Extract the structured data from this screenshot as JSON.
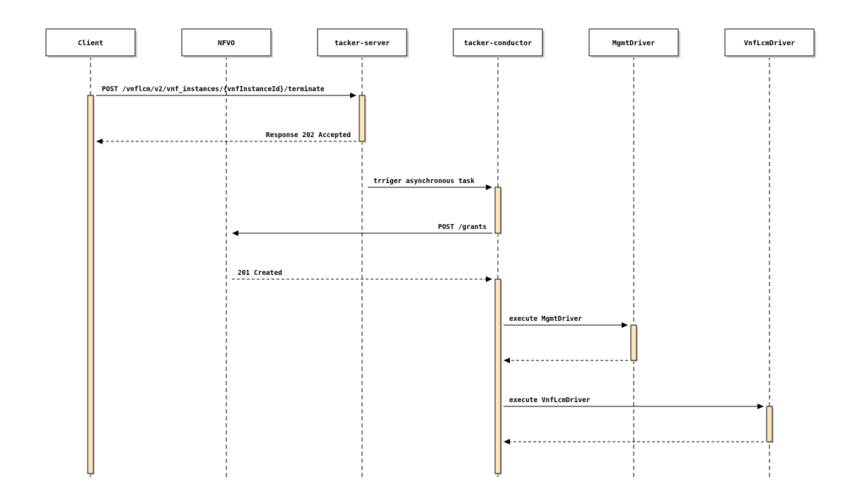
{
  "actors": [
    {
      "id": "client",
      "label": "Client"
    },
    {
      "id": "nfvo",
      "label": "NFVO"
    },
    {
      "id": "tacker_server",
      "label": "tacker-server"
    },
    {
      "id": "tacker_conductor",
      "label": "tacker-conductor"
    },
    {
      "id": "mgmt_driver",
      "label": "MgmtDriver"
    },
    {
      "id": "vnflcm_driver",
      "label": "VnfLcmDriver"
    }
  ],
  "messages": [
    {
      "from": "client",
      "to": "tacker_server",
      "label": "POST /vnflcm/v2/vnf_instances/{vnfInstanceId}/terminate",
      "type": "sync"
    },
    {
      "from": "tacker_server",
      "to": "client",
      "label": "Response 202 Accepted",
      "type": "reply"
    },
    {
      "from": "tacker_server",
      "to": "tacker_conductor",
      "label": "trriger asynchronous task",
      "type": "sync"
    },
    {
      "from": "tacker_conductor",
      "to": "nfvo",
      "label": "POST /grants",
      "type": "sync"
    },
    {
      "from": "nfvo",
      "to": "tacker_conductor",
      "label": "201 Created",
      "type": "reply"
    },
    {
      "from": "tacker_conductor",
      "to": "mgmt_driver",
      "label": "execute MgmtDriver",
      "type": "sync"
    },
    {
      "from": "mgmt_driver",
      "to": "tacker_conductor",
      "label": "",
      "type": "reply"
    },
    {
      "from": "tacker_conductor",
      "to": "vnflcm_driver",
      "label": "execute VnfLcmDriver",
      "type": "sync"
    },
    {
      "from": "vnflcm_driver",
      "to": "tacker_conductor",
      "label": "",
      "type": "reply"
    }
  ],
  "colors": {
    "activation_fill": "#fde5be",
    "line": "#000000",
    "shadow": "#cfcfcf"
  }
}
